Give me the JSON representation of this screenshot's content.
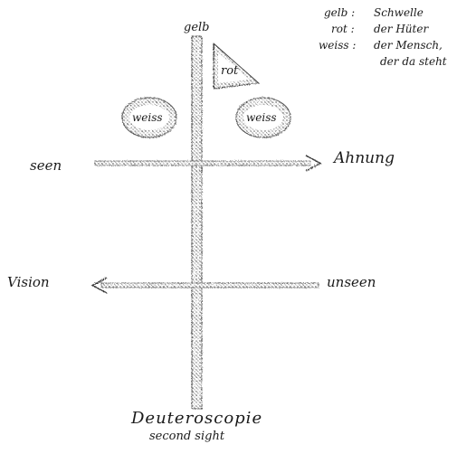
{
  "diagram": {
    "vertical_top_label": "gelb",
    "bottom_label": "Deuteroscopie",
    "bottom_sublabel": "second sight",
    "upper_axis": {
      "left": "seen",
      "right": "Ahnung"
    },
    "lower_axis": {
      "left": "Vision",
      "right": "unseen"
    },
    "triangle_label": "rot",
    "circle_left_label": "weiss",
    "circle_right_label": "weiss",
    "legend": [
      {
        "key": "gelb :",
        "value": "Schwelle"
      },
      {
        "key": "rot :",
        "value": "der Hüter"
      },
      {
        "key": "weiss :",
        "value": "der Mensch,"
      },
      {
        "key": "",
        "value": "der da steht"
      }
    ]
  }
}
